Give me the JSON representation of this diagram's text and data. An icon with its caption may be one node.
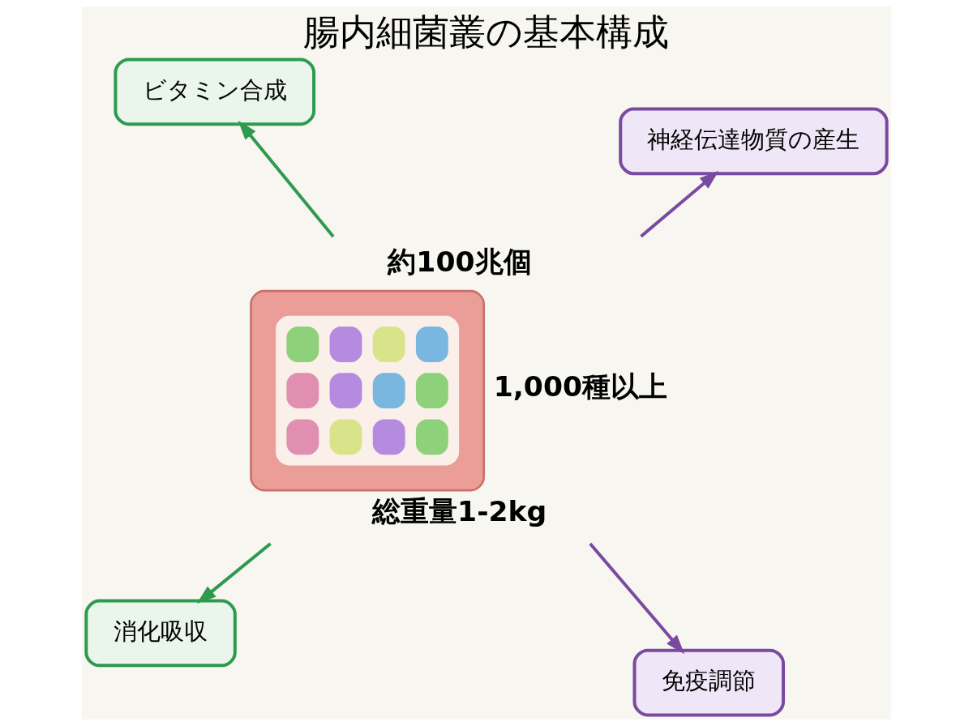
{
  "diagram": {
    "title": "腸内細菌叢の基本構成",
    "nodes": [
      {
        "text": [
          "消化吸収"
        ]
      },
      {
        "text": [
          "免疫調節"
        ]
      },
      {
        "text": [],
        "shape": "picture",
        "beside": [
          "約100兆個",
          "1,000種以上",
          "総重量1-2kg"
        ]
      },
      {
        "text": [
          "ビタミン合成"
        ]
      },
      {
        "text": [
          "神経伝達物質の産生"
        ]
      }
    ],
    "edges": [
      {
        "from": 2,
        "to": 0,
        "arrow": "to",
        "color": "#2e9a4e"
      },
      {
        "from": 2,
        "to": 1,
        "arrow": "to",
        "color": "#7a4aa0"
      },
      {
        "from": 2,
        "to": 3,
        "arrow": "to",
        "color": "#2e9a4e"
      },
      {
        "from": 2,
        "to": 4,
        "arrow": "to",
        "color": "#7a4aa0"
      }
    ]
  }
}
